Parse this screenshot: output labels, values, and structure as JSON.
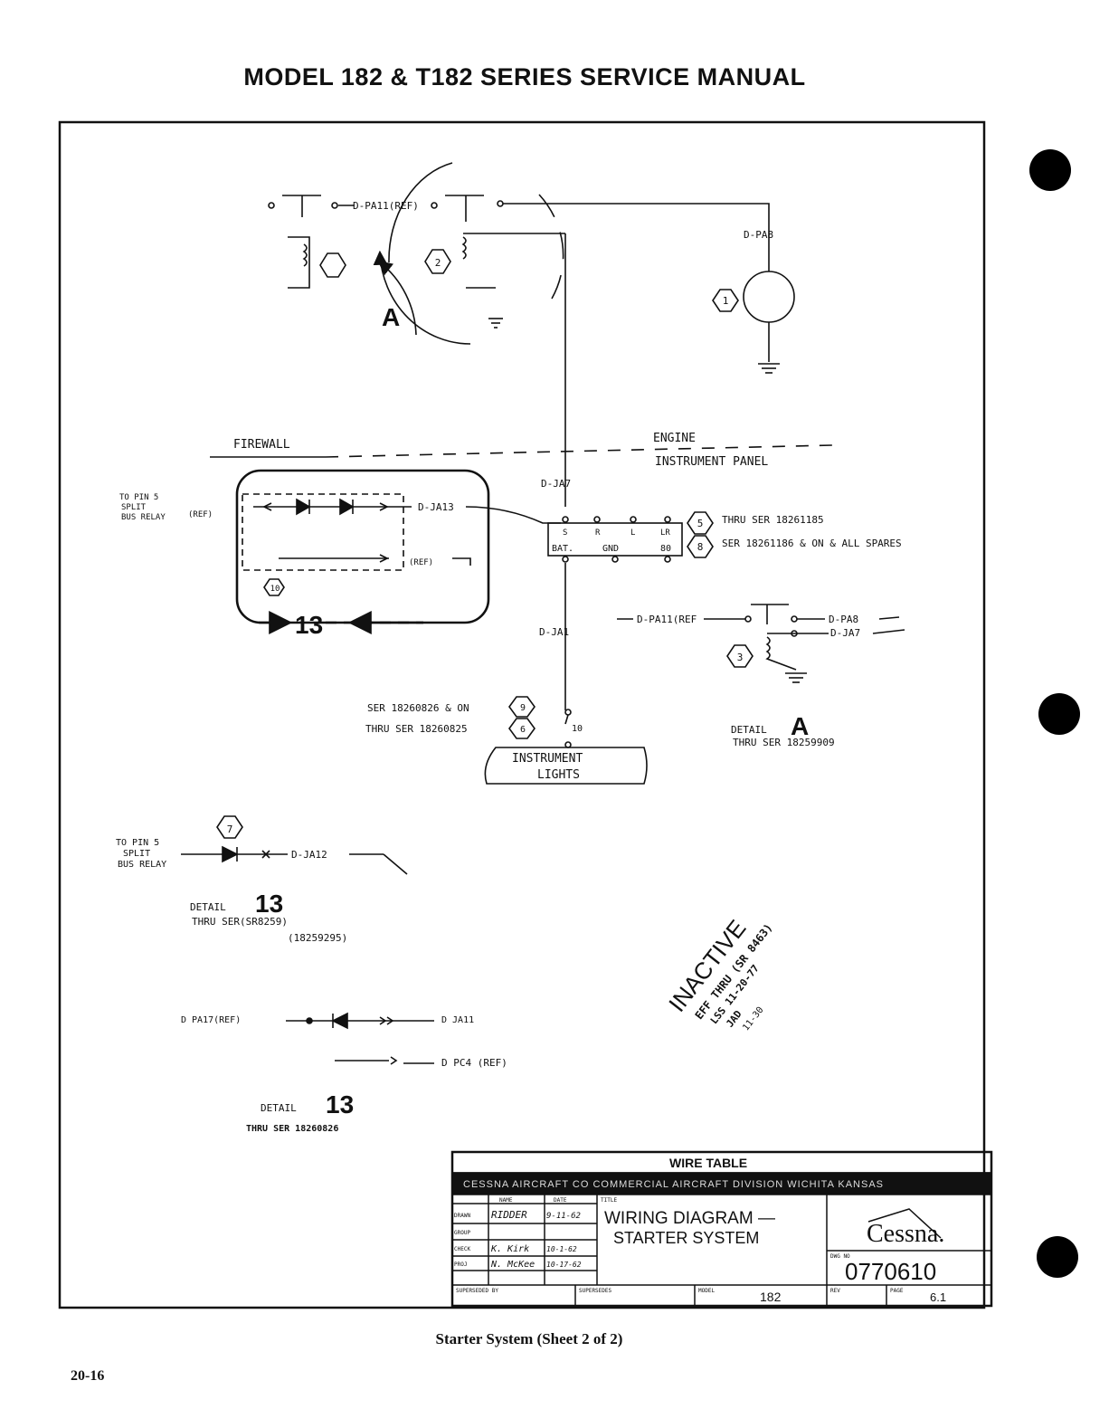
{
  "page": {
    "title": "MODEL 182 & T182 SERIES SERVICE MANUAL",
    "caption": "Starter System (Sheet 2 of 2)",
    "page_number": "20-16"
  },
  "diagram": {
    "top": {
      "wire_ref": "D-PA11(REF)",
      "wire_pa8": "D-PA8",
      "callout_2": "2",
      "callout_1": "1",
      "detail_marker": "A"
    },
    "divider": {
      "firewall": "FIREWALL",
      "engine": "ENGINE",
      "instrument_panel": "INSTRUMENT PANEL"
    },
    "harness": {
      "wire_ja7": "D-JA7",
      "wire_ja13": "D-JA13",
      "to_pin": "TO PIN 5",
      "split_bus": "SPLIT",
      "bus_relay": "BUS RELAY",
      "ref": "(REF)",
      "callout_10": "10",
      "detail_ref": "13"
    },
    "terminal_block": {
      "top_labels": [
        "S",
        "R",
        "L",
        "LR"
      ],
      "bottom_labels": [
        "BAT.",
        "GND",
        "80"
      ],
      "callout_5": "5",
      "note_5": "THRU SER 18261185",
      "callout_8": "8",
      "note_8": "SER 18261186 & ON & ALL SPARES"
    },
    "lights": {
      "wire_ja1": "D-JA1",
      "note_9": "SER 18260826 & ON",
      "callout_9": "9",
      "note_6": "THRU SER 18260825",
      "callout_6": "6",
      "pin_10": "10",
      "box_line1": "INSTRUMENT",
      "box_line2": "LIGHTS"
    },
    "detail_a": {
      "wire_ref": "D-PA11(REF",
      "wire_pa8": "D-PA8",
      "wire_ja7": "D-JA7",
      "callout_3": "3",
      "label": "DETAIL",
      "marker": "A",
      "note": "THRU SER 18259909"
    },
    "detail_b1": {
      "callout_7": "7",
      "to_pin": "TO PIN 5",
      "split": "SPLIT",
      "bus_relay": "BUS RELAY",
      "wire": "D-JA12",
      "label": "DETAIL",
      "marker": "13",
      "note1": "THRU SER(SR8259)",
      "note2": "(18259295)"
    },
    "detail_b2": {
      "wire_left": "D PA17(REF)",
      "wire_right": "D JA11",
      "wire_pc4": "D PC4 (REF)",
      "label": "DETAIL",
      "marker": "13",
      "note": "THRU SER 18260826"
    },
    "stamp": {
      "line1": "INACTIVE",
      "line2": "EFF THRU (SR 8463)",
      "line3": "LSS 11-20-77",
      "line4": "JAD",
      "line5": "11-30"
    }
  },
  "title_block": {
    "wire_table": "WIRE TABLE",
    "company": "CESSNA AIRCRAFT CO   COMMERCIAL AIRCRAFT DIVISION   WICHITA KANSAS",
    "col_name": "NAME",
    "col_date": "DATE",
    "col_title": "TITLE",
    "rows": [
      {
        "role": "DRAWN",
        "name": "RIDDER",
        "date": "9-11-62"
      },
      {
        "role": "GROUP",
        "name": "",
        "date": ""
      },
      {
        "role": "CHECK",
        "name": "K. Kirk",
        "date": "10-1-62"
      },
      {
        "role": "PROJ",
        "name": "N. McKee",
        "date": "10-17-62"
      }
    ],
    "title_line1": "WIRING DIAGRAM —",
    "title_line2": "STARTER SYSTEM",
    "logo": "Cessna.",
    "dwg_no_label": "DWG NO",
    "dwg_no": "0770610",
    "superseded_by_label": "SUPERSEDED BY",
    "supersedes_label": "SUPERSEDES",
    "model_label": "MODEL",
    "model": "182",
    "rev_label": "REV",
    "page_label": "PAGE",
    "page": "6.1"
  }
}
